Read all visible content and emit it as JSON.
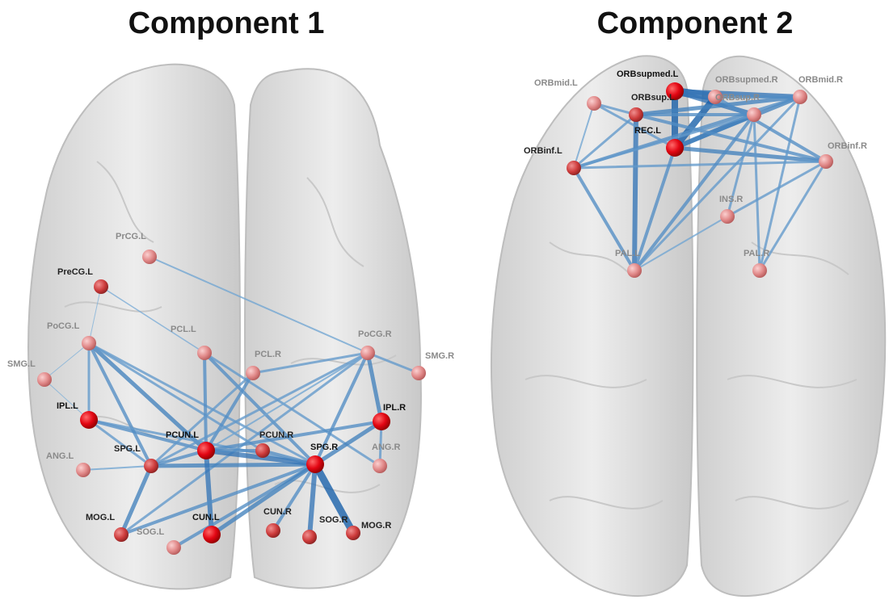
{
  "panels": [
    {
      "title": "Component 1",
      "nodes": [
        {
          "label": "PrCG.L",
          "strength": "weak"
        },
        {
          "label": "PreCG.L",
          "strength": "mid"
        },
        {
          "label": "PoCG.L",
          "strength": "weak"
        },
        {
          "label": "SMG.L",
          "strength": "weak"
        },
        {
          "label": "PCL.L",
          "strength": "weak"
        },
        {
          "label": "PCL.R",
          "strength": "weak"
        },
        {
          "label": "PoCG.R",
          "strength": "weak"
        },
        {
          "label": "SMG.R",
          "strength": "weak"
        },
        {
          "label": "IPL.L",
          "strength": "strong"
        },
        {
          "label": "IPL.R",
          "strength": "strong"
        },
        {
          "label": "ANG.L",
          "strength": "weak"
        },
        {
          "label": "SPG.L",
          "strength": "mid"
        },
        {
          "label": "PCUN.L",
          "strength": "strong"
        },
        {
          "label": "PCUN.R",
          "strength": "mid"
        },
        {
          "label": "SPG.R",
          "strength": "strong"
        },
        {
          "label": "ANG.R",
          "strength": "weak"
        },
        {
          "label": "MOG.L",
          "strength": "mid"
        },
        {
          "label": "SOG.L",
          "strength": "weak"
        },
        {
          "label": "CUN.L",
          "strength": "strong"
        },
        {
          "label": "CUN.R",
          "strength": "mid"
        },
        {
          "label": "SOG.R",
          "strength": "mid"
        },
        {
          "label": "MOG.R",
          "strength": "mid"
        }
      ]
    },
    {
      "title": "Component 2",
      "nodes": [
        {
          "label": "ORBmid.L",
          "strength": "weak"
        },
        {
          "label": "ORBsupmed.L",
          "strength": "strong"
        },
        {
          "label": "ORBsupmed.R",
          "strength": "weak"
        },
        {
          "label": "ORBmid.R",
          "strength": "weak"
        },
        {
          "label": "ORBsup.L",
          "strength": "mid"
        },
        {
          "label": "ORBsup.R",
          "strength": "weak"
        },
        {
          "label": "ORBinf.L",
          "strength": "mid"
        },
        {
          "label": "ORBinf.R",
          "strength": "weak"
        },
        {
          "label": "PAL.L",
          "strength": "weak"
        },
        {
          "label": "PAL.R",
          "strength": "weak"
        },
        {
          "label": "INS.R",
          "strength": "weak"
        },
        {
          "label": "REC.L",
          "strength": "strong"
        }
      ]
    }
  ],
  "colors": {
    "edge_strong": "#1f6fb2",
    "edge_weak": "#8fbde0",
    "node_strong": "#e30613",
    "node_mid": "#cd3b3b",
    "node_weak": "#e08787",
    "brain": "#e2e2e2"
  }
}
